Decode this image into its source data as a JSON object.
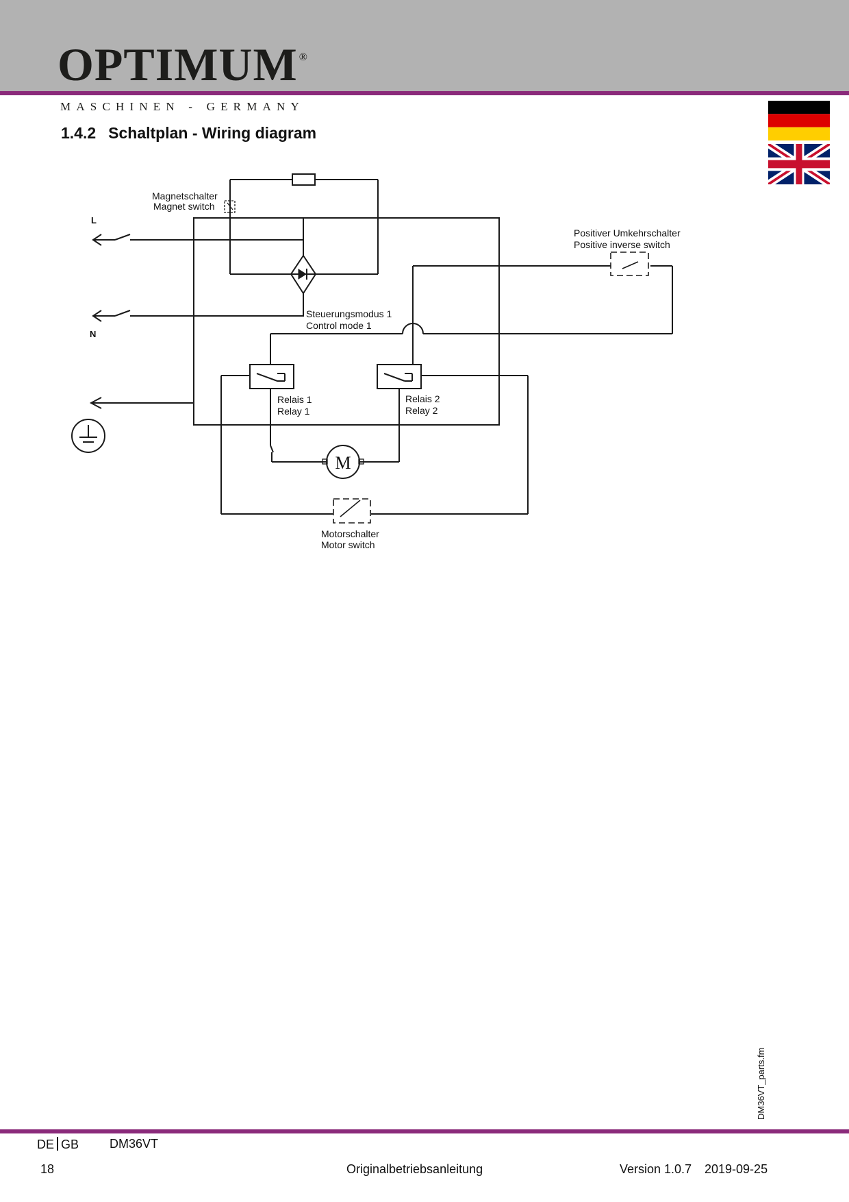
{
  "header": {
    "brand": "OPTIMUM",
    "registered_mark": "®",
    "tagline": "MASCHINEN - GERMANY",
    "colors": {
      "band": "#b2b2b2",
      "rule": "#8a2a7a"
    }
  },
  "section": {
    "number": "1.4.2",
    "title": "Schaltplan - Wiring diagram"
  },
  "language_flags": [
    "flag-germany-icon",
    "flag-uk-icon"
  ],
  "diagram": {
    "labels": {
      "magnet_de": "Magnetschalter",
      "magnet_en": "Magnet switch",
      "line_l": "L",
      "line_n": "N",
      "inverse_de": "Positiver Umkehrschalter",
      "inverse_en": "Positive inverse switch",
      "control_de": "Steuerungsmodus 1",
      "control_en": "Control mode 1",
      "relay1_de": "Relais 1",
      "relay1_en": "Relay 1",
      "relay2_de": "Relais 2",
      "relay2_en": "Relay 2",
      "motor_symbol": "M",
      "motorswitch_de": "Motorschalter",
      "motorswitch_en": "Motor switch"
    }
  },
  "side_file": "DM36VT_parts.fm",
  "footer": {
    "lang_de": "DE",
    "lang_gb": "GB",
    "model": "DM36VT",
    "page": "18",
    "doc_title": "Originalbetriebsanleitung",
    "version": "Version 1.0.7",
    "date": "2019-09-25"
  }
}
